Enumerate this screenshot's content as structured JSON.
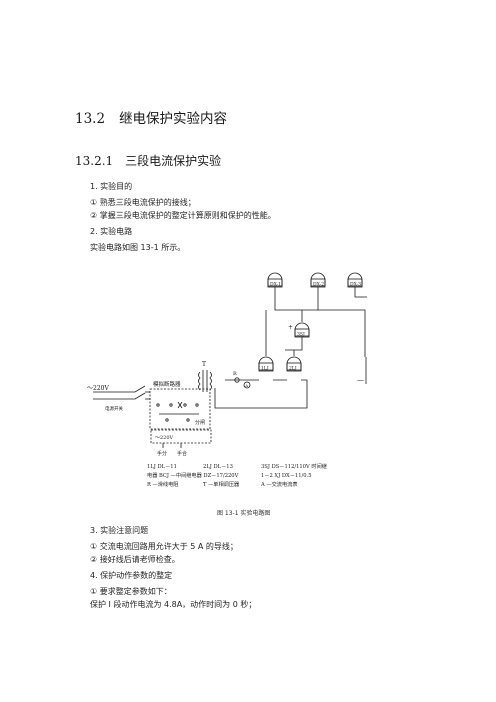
{
  "heading_main": {
    "number": "13.2",
    "title": "继电保护实验内容"
  },
  "heading_sub": {
    "number": "13.2.1",
    "title": "三段电流保护实验"
  },
  "sections": [
    {
      "label": "1.  实验目的",
      "lines": [
        "①  熟悉三段电流保护的接线；",
        "②  掌握三段电流保护的整定计算原则和保护的性能。"
      ]
    },
    {
      "label": "2.  实验电路",
      "lines": [
        "实验电路如图 13-1 所示。"
      ]
    },
    {
      "label": "3.  实验注意问题",
      "lines": [
        "①  交流电流回路用允许大于 5 A 的导线；",
        "②  接好线后请老师检查。"
      ]
    },
    {
      "label": "4.  保护动作参数的整定",
      "lines": [
        "①  要求整定参数如下：",
        "保护 I 段动作电流为 4.8A，动作时间为 0 秒；"
      ]
    }
  ],
  "diagram": {
    "caption": "图 13-1   实验电路图",
    "relay_labels": {
      "dx1": "DX-1",
      "dx2": "DX-2",
      "dx3": "DX-3",
      "sj": "3SJ",
      "lj1": "1LJ",
      "lj2": "2LJ"
    },
    "source_label": "～220V",
    "switch_label": "电源开关",
    "regulator_label": "模拟断路器",
    "transformer_label": "T",
    "inner_source_label": "～220V",
    "split_label": "分闸",
    "manual_label": "手分",
    "close_label": "手合",
    "r_label": "R",
    "a_label": "A",
    "plus_label": "+",
    "minus_label": "—",
    "legend": [
      [
        "1LJ  DL－11",
        "2LJ DL－13",
        "3SJ  DS－112/110V 时间继"
      ],
      [
        "电器     BCJ —中间继电器 DZ－17/220V",
        "1－2 XJ  DX－11/0.5"
      ],
      [
        "R —滑线电阻",
        "T —单相调压器",
        "A —交流电流表"
      ]
    ]
  }
}
